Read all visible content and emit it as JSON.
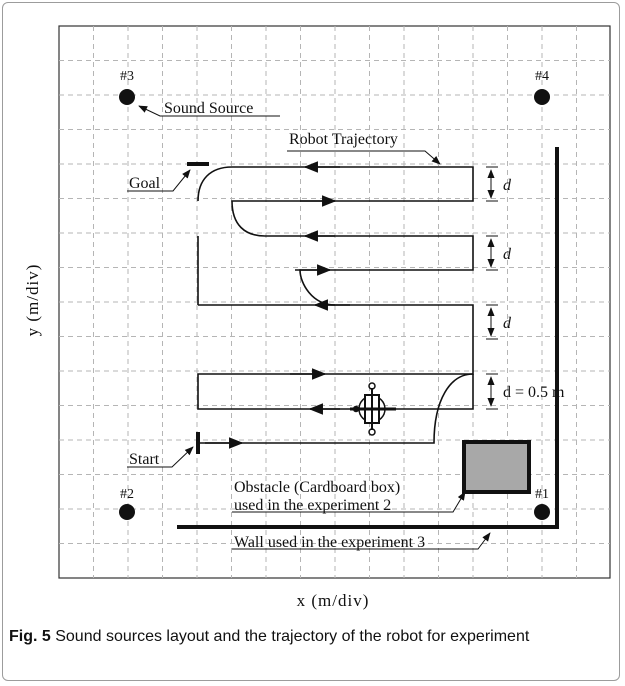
{
  "sources": [
    {
      "id": "source-3",
      "label": "#3"
    },
    {
      "id": "source-4",
      "label": "#4"
    },
    {
      "id": "source-2",
      "label": "#2"
    },
    {
      "id": "source-1",
      "label": "#1"
    }
  ],
  "annotations": {
    "sound_source": "Sound Source",
    "robot_trajectory": "Robot Trajectory",
    "goal": "Goal",
    "start": "Start",
    "obstacle_line1": "Obstacle (Cardboard box)",
    "obstacle_line2": "used in the experiment 2",
    "wall": "Wall used in the experiment 3",
    "spacing_d": "d",
    "spacing_last": "d = 0.5 m"
  },
  "axes": {
    "x_label": "x (m/div)",
    "y_label": "y (m/div)"
  },
  "caption": {
    "fig_number": "Fig. 5",
    "text": "Sound sources layout and the trajectory of the robot for experiment"
  }
}
